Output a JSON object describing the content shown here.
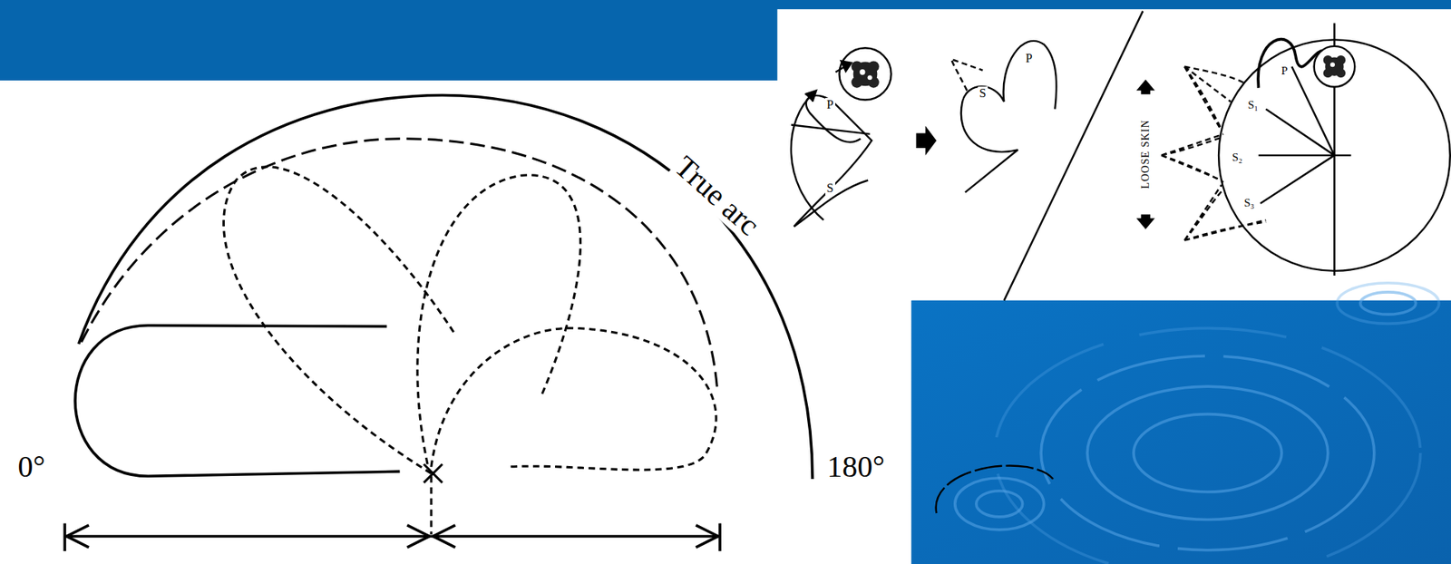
{
  "diagram": {
    "labels": [
      "True arc",
      "0°",
      "180°",
      "P",
      "S",
      "P",
      "S",
      "LOOSE SKIN",
      "P",
      "S₁",
      "S₂",
      "S₃"
    ]
  }
}
